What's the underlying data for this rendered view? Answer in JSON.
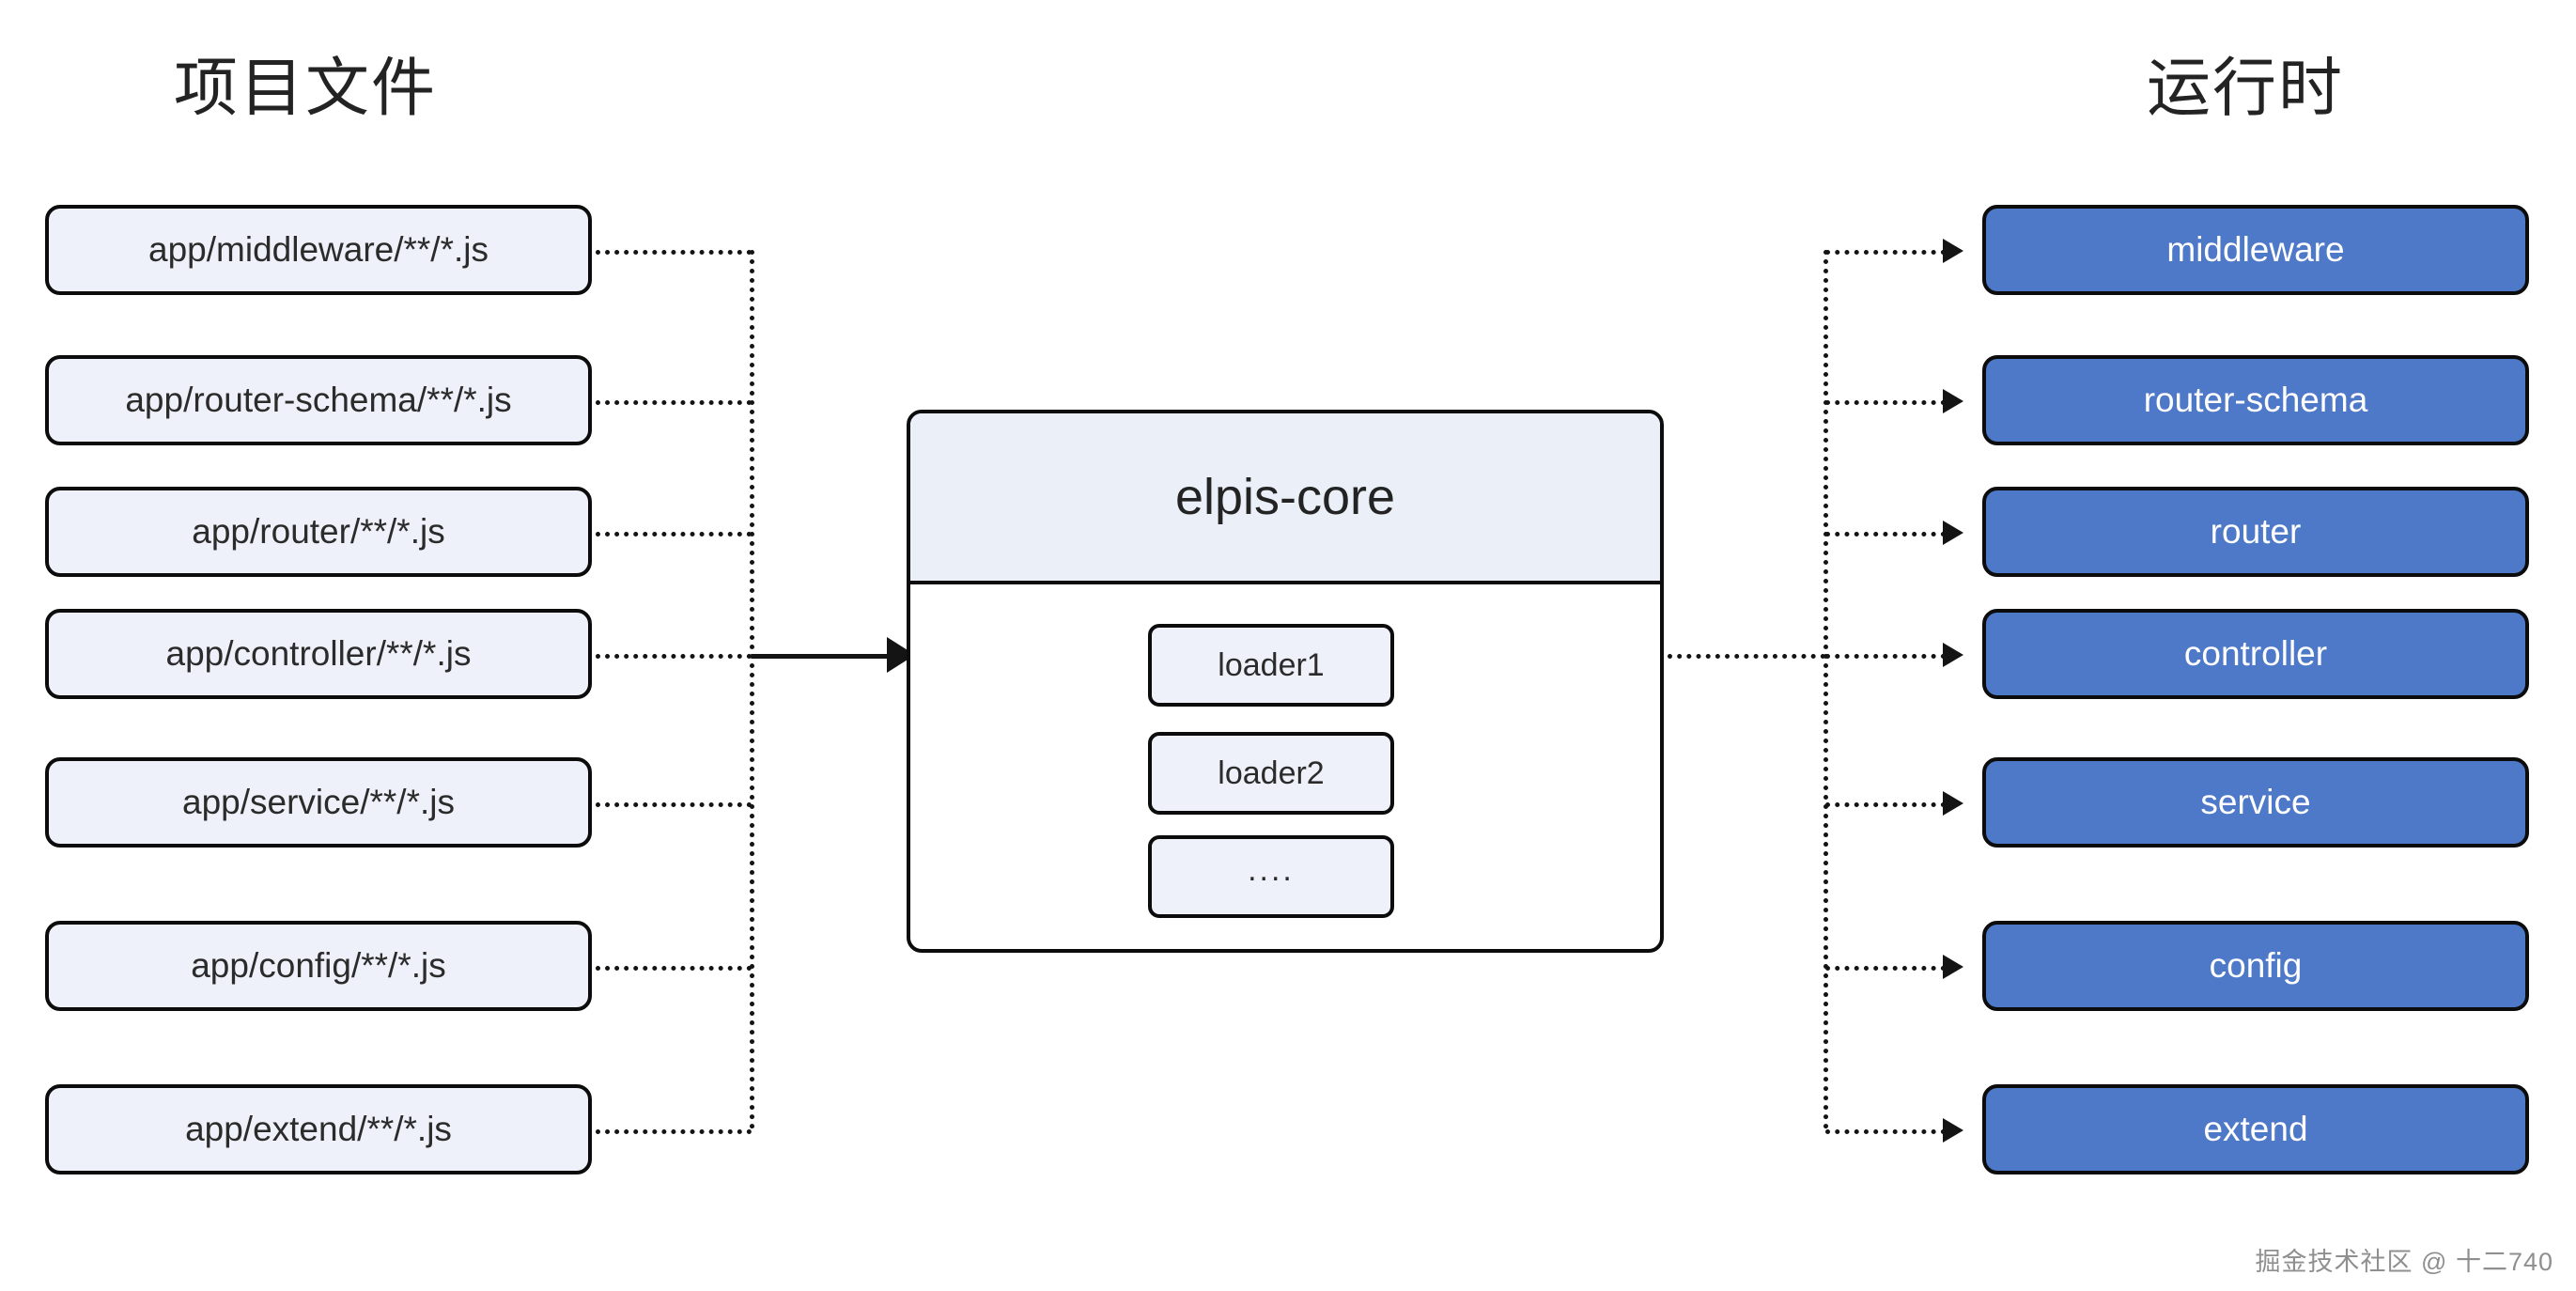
{
  "diagram": {
    "title_left": "项目文件",
    "title_right": "运行时",
    "watermark": "掘金技术社区 @ 十二740",
    "colors": {
      "node_stroke": "#0c0c0c",
      "file_box_fill": "#eef1f9",
      "runtime_box_fill": "#4e79c8",
      "runtime_box_text": "#ffffff",
      "core_header_fill": "#eaeff8",
      "core_body_fill": "#ffffff",
      "connector": "#141414",
      "title_text": "#232323",
      "watermark_text": "#8f8f8f"
    }
  },
  "left_column": {
    "heading": "项目文件",
    "items": [
      {
        "label": "app/middleware/**/*.js"
      },
      {
        "label": "app/router-schema/**/*.js"
      },
      {
        "label": "app/router/**/*.js"
      },
      {
        "label": "app/controller/**/*.js"
      },
      {
        "label": "app/service/**/*.js"
      },
      {
        "label": "app/config/**/*.js"
      },
      {
        "label": "app/extend/**/*.js"
      }
    ]
  },
  "core": {
    "title": "elpis-core",
    "loaders": [
      {
        "label": "loader1"
      },
      {
        "label": "loader2"
      },
      {
        "label": "...."
      }
    ]
  },
  "right_column": {
    "heading": "运行时",
    "items": [
      {
        "label": "middleware"
      },
      {
        "label": "router-schema"
      },
      {
        "label": "router"
      },
      {
        "label": "controller"
      },
      {
        "label": "service"
      },
      {
        "label": "config"
      },
      {
        "label": "extend"
      }
    ]
  }
}
